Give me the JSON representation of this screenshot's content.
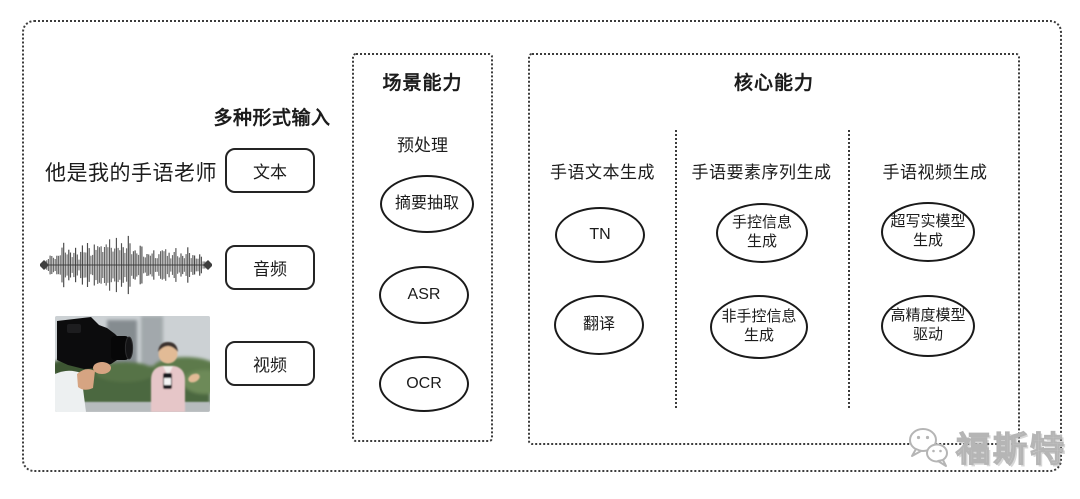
{
  "diagram": {
    "input": {
      "heading": "多种形式输入",
      "sample_text": "他是我的手语老师",
      "types": [
        {
          "label": "文本"
        },
        {
          "label": "音频"
        },
        {
          "label": "视频"
        }
      ],
      "media_icons": [
        "audio-waveform",
        "video-thumbnail"
      ]
    },
    "scene": {
      "title": "场景能力",
      "subtitle": "预处理",
      "nodes": [
        {
          "label": "摘要抽取"
        },
        {
          "label": "ASR"
        },
        {
          "label": "OCR"
        }
      ]
    },
    "core": {
      "title": "核心能力",
      "columns": [
        {
          "label": "手语文本生成",
          "nodes": [
            {
              "label": "TN"
            },
            {
              "label": "翻译"
            }
          ]
        },
        {
          "label": "手语要素序列生成",
          "nodes": [
            {
              "label": "手控信息\n生成"
            },
            {
              "label": "非手控信息\n生成"
            }
          ]
        },
        {
          "label": "手语视频生成",
          "nodes": [
            {
              "label": "超写实模型\n生成"
            },
            {
              "label": "高精度模型\n驱动"
            }
          ]
        }
      ]
    },
    "watermark": {
      "logo": "chat-bubbles-logo",
      "text": "福斯特"
    }
  },
  "colors": {
    "ink": "#1c1c1c",
    "border": "#3c3c3c",
    "watermark": "#b5b5b5",
    "background": "#ffffff"
  }
}
